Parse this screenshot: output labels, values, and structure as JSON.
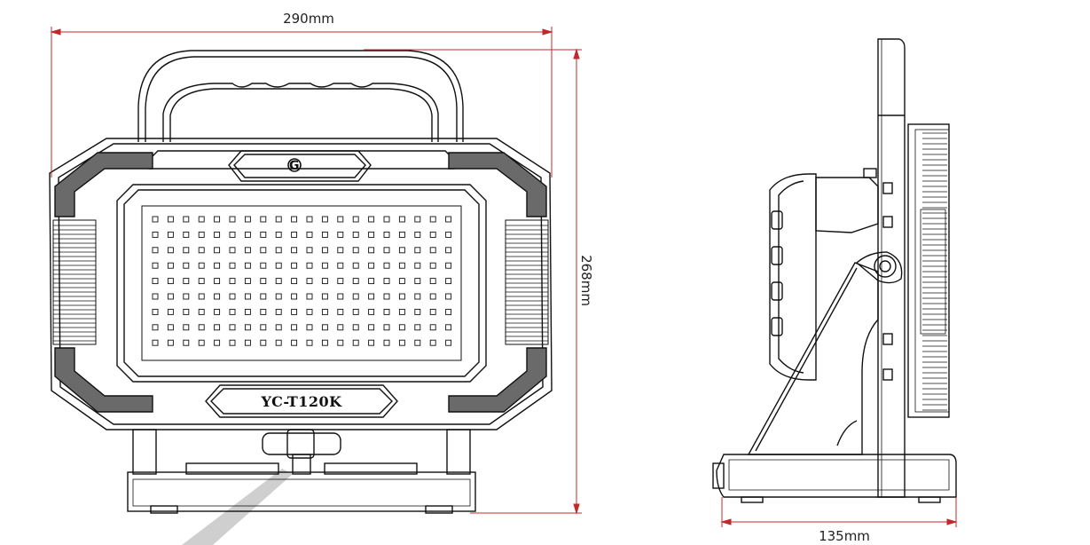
{
  "dimensions": {
    "width": "290mm",
    "height": "268mm",
    "depth": "135mm"
  },
  "front_view": {
    "model_label": "YC-T120K",
    "logo_mark": "G"
  },
  "colors": {
    "dimension_line": "#c0282d",
    "outline": "#111111",
    "corner_pad": "#6a6a6a",
    "beam": "#cfcfcf"
  }
}
